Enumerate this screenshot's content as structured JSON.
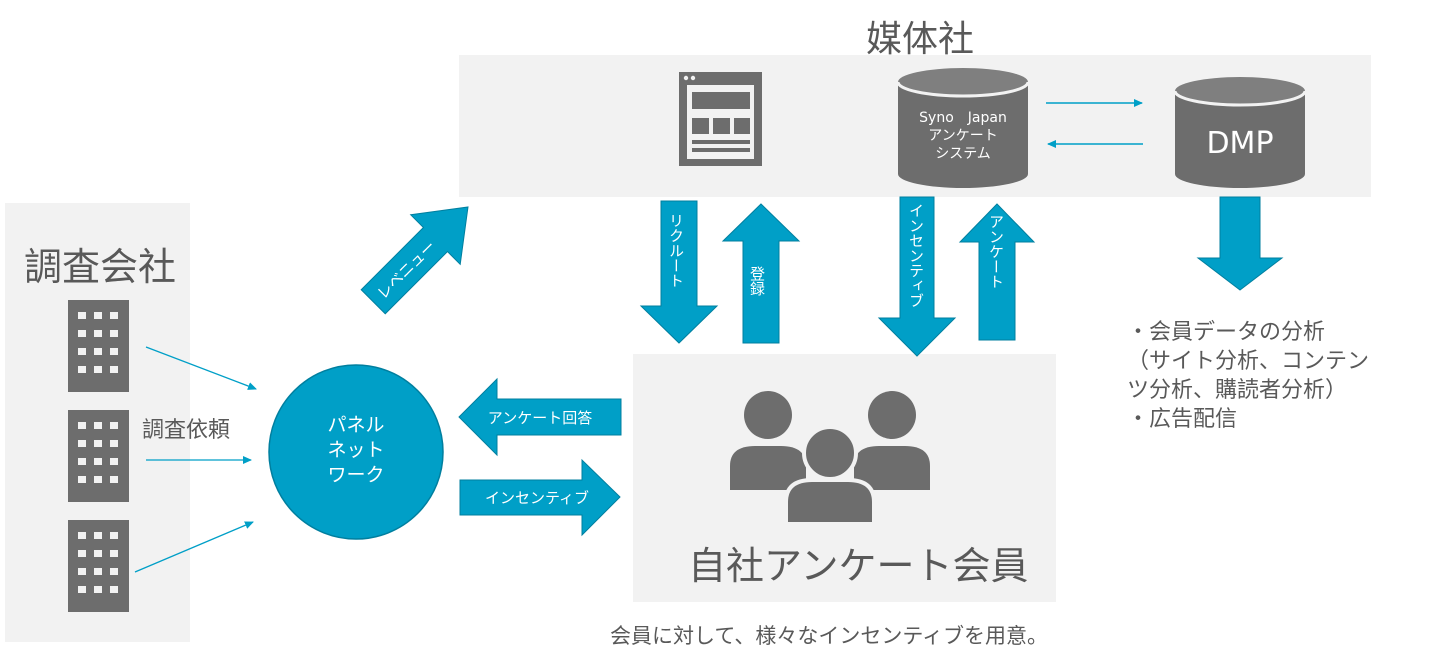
{
  "media_company": {
    "title": "媒体社",
    "survey_system_label": [
      "Syno　Japan",
      "アンケート",
      "システム"
    ],
    "dmp_label": "DMP"
  },
  "research_company": {
    "title": "調査会社",
    "request_label": "調査依頼"
  },
  "panel_network": {
    "label": [
      "パネル",
      "ネット",
      "ワーク"
    ]
  },
  "members": {
    "title": "自社アンケート会員",
    "caption": "会員に対して、様々なインセンティブを用意。"
  },
  "arrows": {
    "revenue": "レベニュー",
    "recruit": "リクルート",
    "register": "登録",
    "incentive_vertical": "インセンティブ",
    "survey_vertical": "アンケート",
    "survey_answer": "アンケート回答",
    "incentive_horizontal": "インセンティブ"
  },
  "dmp_uses": {
    "lines": [
      "・会員データの分析",
      "（サイト分析、コンテン",
      "ツ分析、購読者分析）",
      "・広告配信"
    ]
  },
  "colors": {
    "accent": "#009fc7",
    "panel": "#f2f2f2",
    "icon": "#6d6d6d",
    "text": "#595959"
  }
}
